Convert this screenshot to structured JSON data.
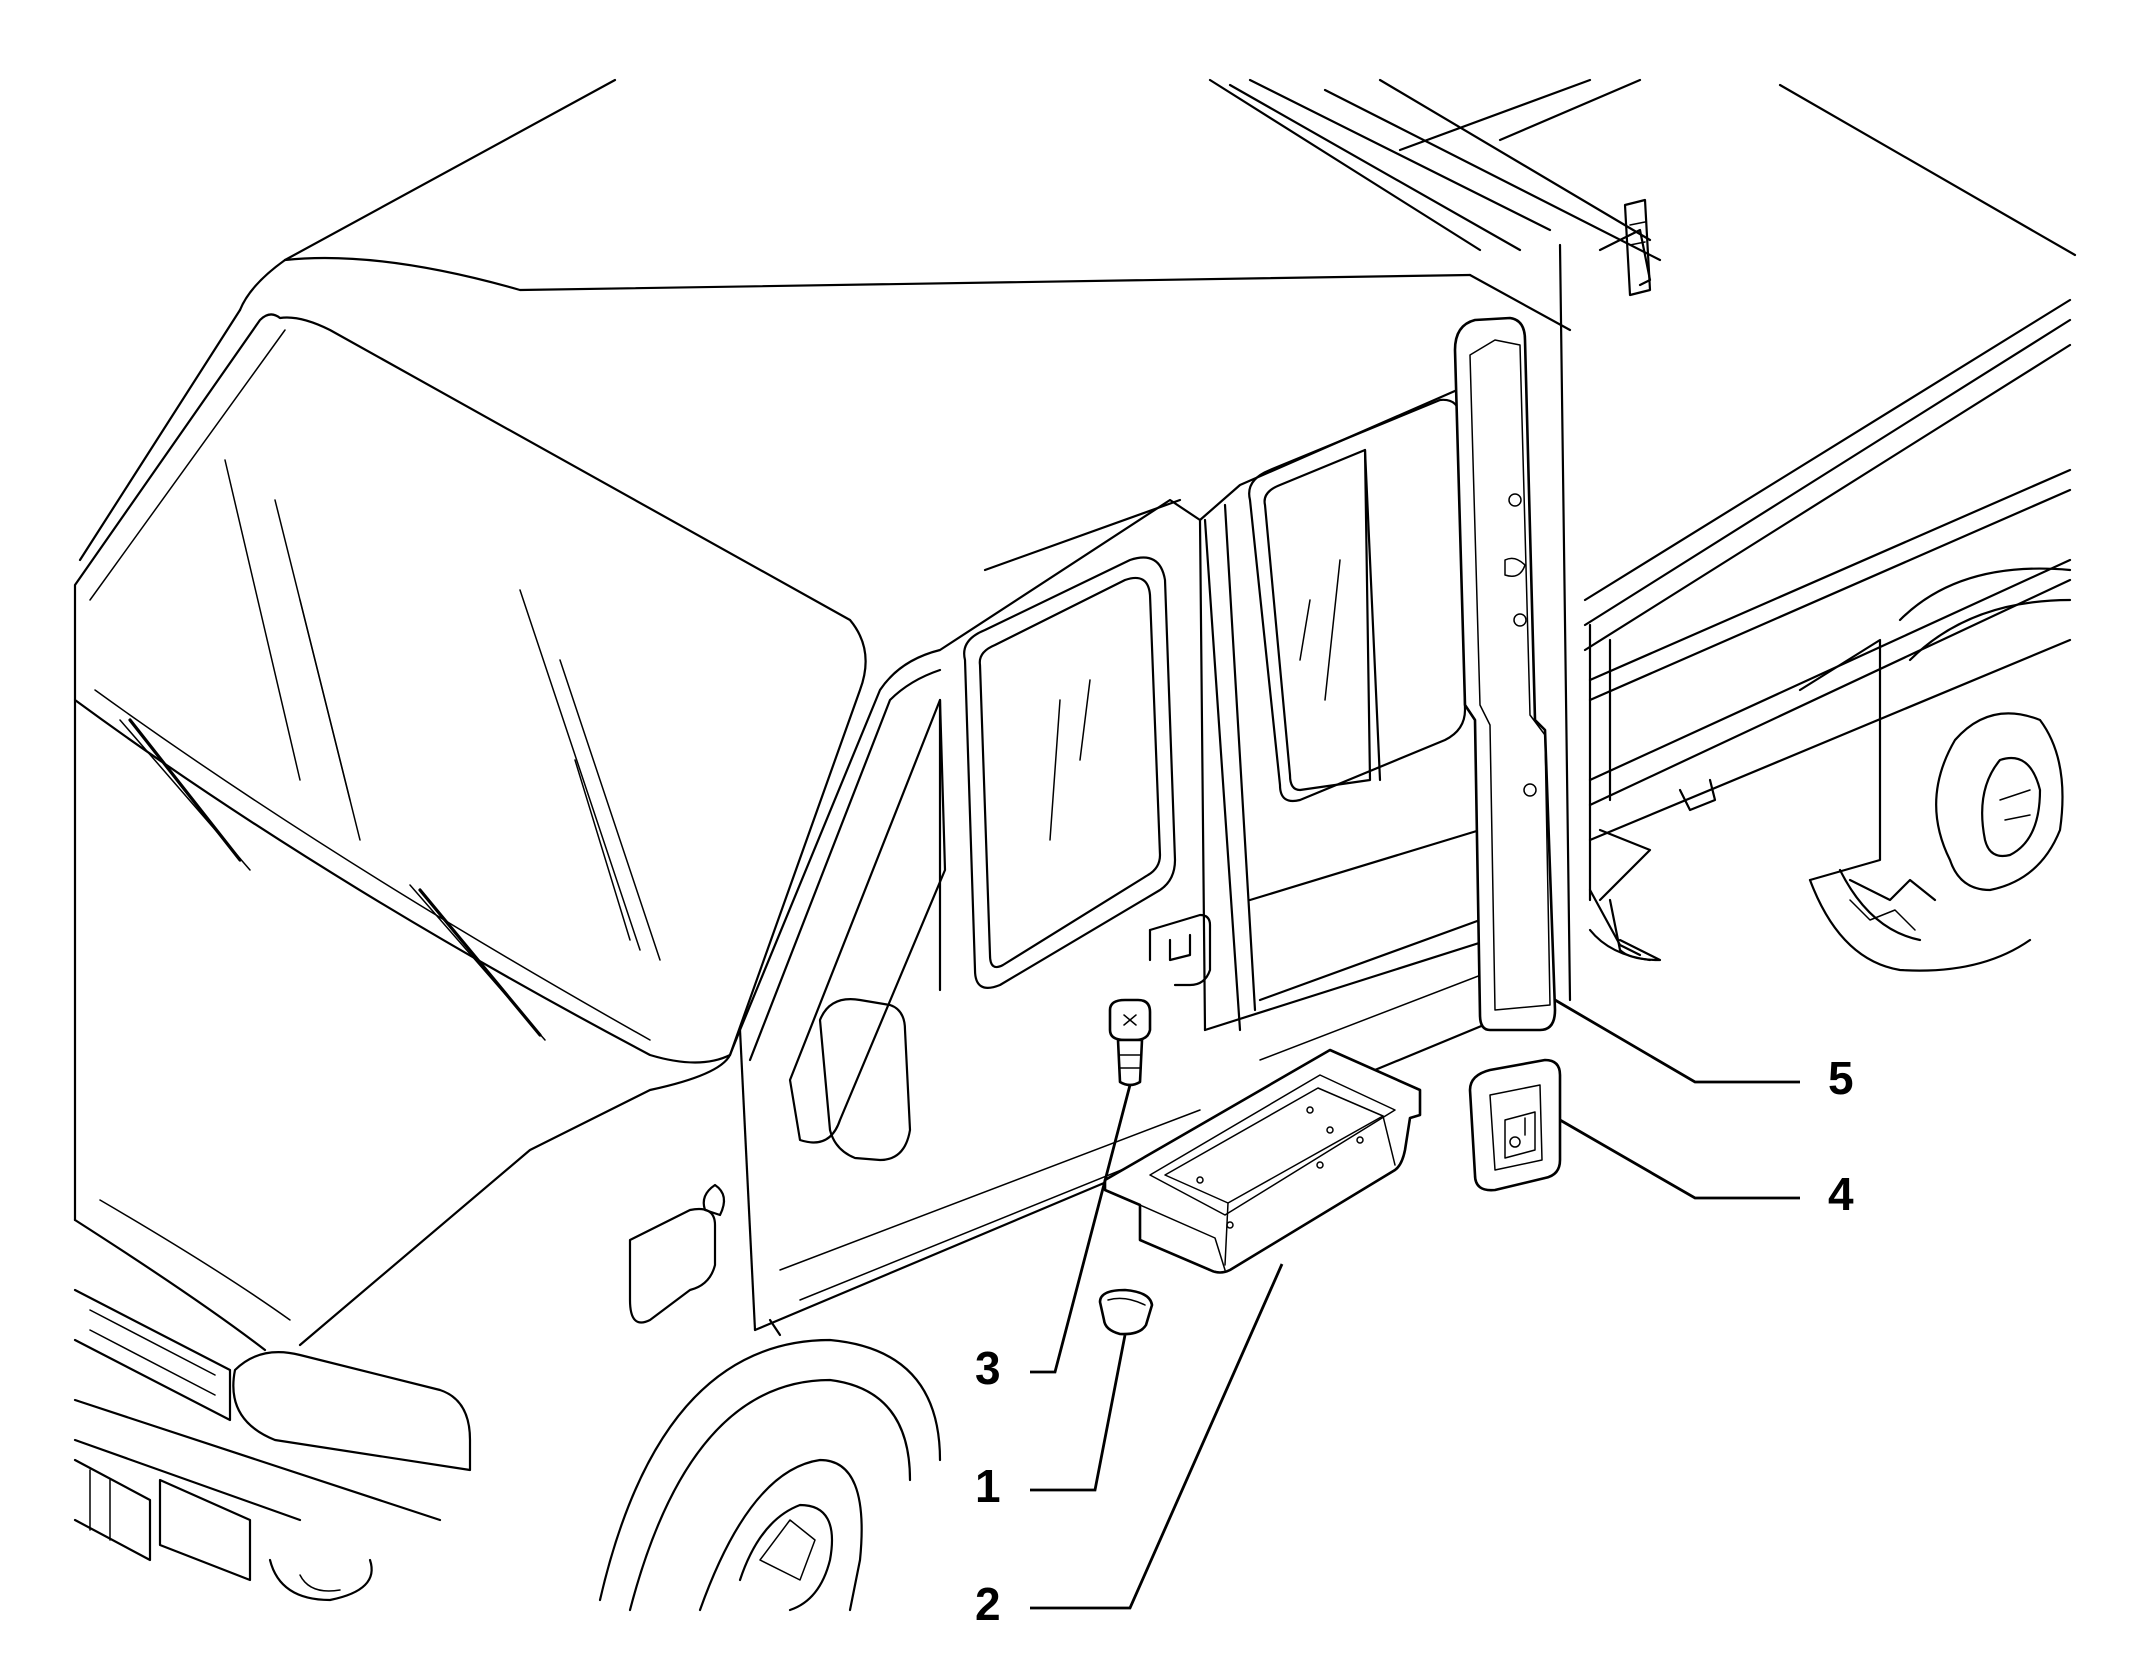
{
  "diagram": {
    "callouts": [
      {
        "id": "5",
        "label": "5"
      },
      {
        "id": "4",
        "label": "4"
      },
      {
        "id": "3",
        "label": "3"
      },
      {
        "id": "1",
        "label": "1"
      },
      {
        "id": "2",
        "label": "2"
      }
    ]
  },
  "colors": {
    "line": "#000000",
    "background": "#ffffff"
  }
}
